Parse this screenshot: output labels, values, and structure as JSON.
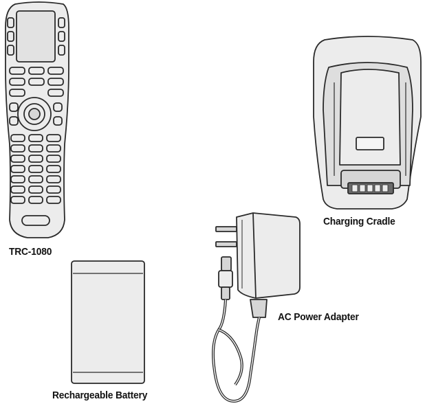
{
  "captions": {
    "remote": "TRC-1080",
    "cradle": "Charging Cradle",
    "adapter": "AC Power Adapter",
    "battery": "Rechargeable Battery"
  },
  "colors": {
    "outline": "#2a2a2a",
    "body_fill": "#ececec",
    "shade": "#d6d6d6",
    "dark": "#6a6a6a"
  },
  "icons": [
    "remote-control-drawing",
    "charging-cradle-drawing",
    "ac-power-adapter-drawing",
    "rechargeable-battery-drawing"
  ]
}
